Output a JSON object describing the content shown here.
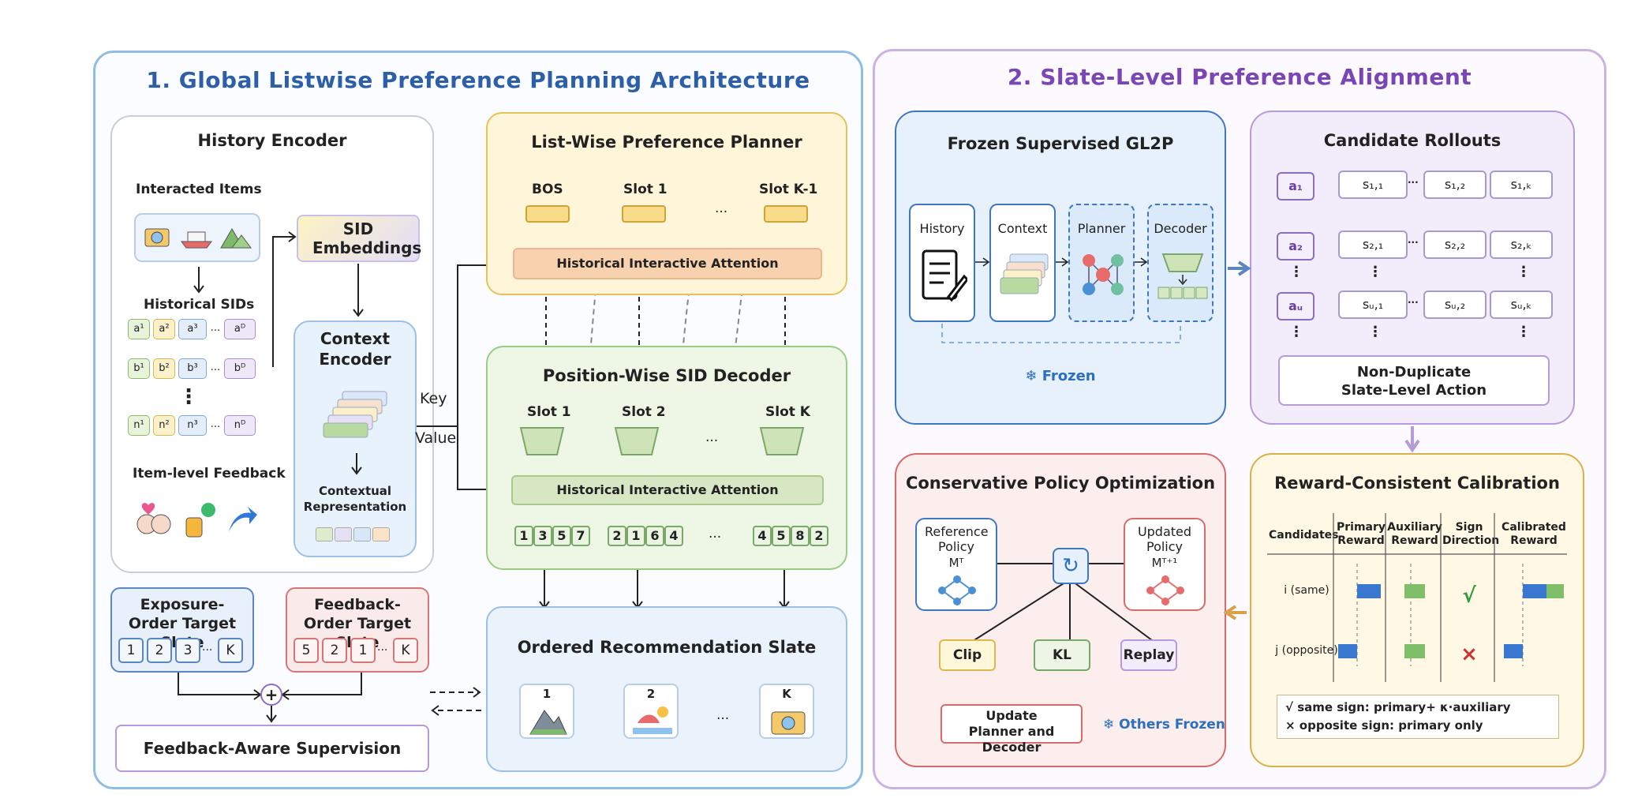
{
  "left": {
    "title": "1. Global Listwise Preference Planning Architecture",
    "history_encoder": {
      "title": "History Encoder",
      "interacted_items": "Interacted Items",
      "historical_sids": "Historical SIDs",
      "rows": [
        [
          "a¹",
          "a²",
          "a³",
          "aᴰ"
        ],
        [
          "b¹",
          "b²",
          "b³",
          "bᴰ"
        ],
        [
          "n¹",
          "n²",
          "n³",
          "nᴰ"
        ]
      ],
      "ellipsis": "...",
      "vdots": "⋮",
      "item_feedback": "Item-level Feedback"
    },
    "sid_embeddings": "SID Embeddings",
    "context_encoder": {
      "title": "Context Encoder",
      "contextual_representation": "Contextual Representation"
    },
    "key": "Key",
    "value": "Value",
    "planner": {
      "title": "List-Wise Preference Planner",
      "bos": "BOS",
      "slot1": "Slot 1",
      "slotk1": "Slot K-1",
      "dots": "...",
      "attention": "Historical Interactive Attention"
    },
    "decoder": {
      "title": "Position-Wise SID Decoder",
      "slot1": "Slot 1",
      "slot2": "Slot 2",
      "slotk": "Slot K",
      "dots": "...",
      "attention": "Historical Interactive Attention",
      "codes1": [
        "1",
        "3",
        "5",
        "7"
      ],
      "codes2": [
        "2",
        "1",
        "6",
        "4"
      ],
      "codes3": [
        "4",
        "5",
        "8",
        "2"
      ]
    },
    "exposure": {
      "title": "Exposure-Order Target Slate",
      "tokens": [
        "1",
        "2",
        "3",
        "K"
      ],
      "dots": "..."
    },
    "feedback_order": {
      "title": "Feedback-Order Target Slate",
      "tokens": [
        "5",
        "2",
        "1",
        "K"
      ],
      "dots": "..."
    },
    "plus": "+",
    "supervision": "Feedback-Aware Supervision",
    "ordered_slate": {
      "title": "Ordered Recommendation Slate",
      "items": [
        "1",
        "2",
        "K"
      ],
      "dots": "..."
    }
  },
  "right": {
    "title": "2. Slate-Level Preference Alignment",
    "frozen": {
      "title": "Frozen Supervised GL2P",
      "modules": [
        "History",
        "Context",
        "Planner",
        "Decoder"
      ],
      "frozen_label": "❄ Frozen"
    },
    "rollouts": {
      "title": "Candidate Rollouts",
      "rows": [
        {
          "a": "a₁",
          "s": [
            "s₁,₁",
            "s₁,₂",
            "s₁,ₖ"
          ]
        },
        {
          "a": "a₂",
          "s": [
            "s₂,₁",
            "s₂,₂",
            "s₂,ₖ"
          ]
        },
        {
          "a": "aᵤ",
          "s": [
            "sᵤ,₁",
            "sᵤ,₂",
            "sᵤ,ₖ"
          ]
        }
      ],
      "dots": "···",
      "vdots": "⋮",
      "action": "Non-Duplicate Slate-Level Action"
    },
    "cpo": {
      "title": "Conservative Policy Optimization",
      "reference": "Reference Policy",
      "reference_m": "Mᵀ",
      "updated": "Updated Policy",
      "updated_m": "Mᵀ⁺¹",
      "clip": "Clip",
      "kl": "KL",
      "replay": "Replay",
      "update": "Update Planner and Decoder",
      "others_frozen": "❄ Others Frozen"
    },
    "calibration": {
      "title": "Reward-Consistent Calibration",
      "headers": [
        "Candidates",
        "Primary Reward",
        "Auxiliary Reward",
        "Sign Direction",
        "Calibrated Reward"
      ],
      "row1_label": "i (same)",
      "row2_label": "j (opposite)",
      "check": "√",
      "cross": "×",
      "legend1": "√ same sign: primary+ κ·auxiliary",
      "legend2": "× opposite sign: primary only"
    }
  },
  "colors": {
    "blue_panel": "#7fb2e0",
    "purple_panel": "#c9b3e3",
    "planner_fill": "#fff6d9",
    "decoder_fill": "#eef7e6",
    "attention_orange": "#f8d1ae",
    "attention_green": "#d7e7c4",
    "red_panel": "#e07a7a",
    "gold_panel": "#d9b14a"
  }
}
